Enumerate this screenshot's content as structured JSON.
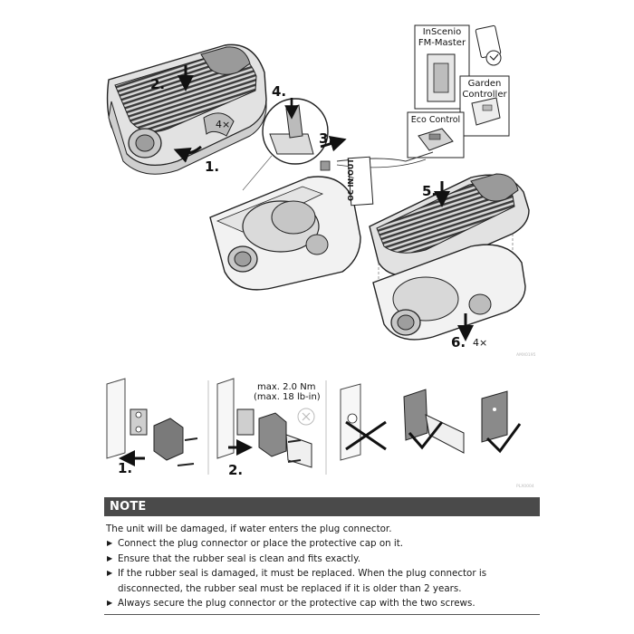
{
  "figure_top": {
    "labels": {
      "box_inscenio": "InScenio\nFM-Master",
      "box_garden": "Garden\nController",
      "box_eco": "Eco Control",
      "oc_in_out": "OC IN/OUT",
      "step1": "1.",
      "step2": "2.",
      "step3": "3.",
      "step4": "4.",
      "step5": "5.",
      "step6": "6.",
      "times4_a": "4×",
      "times4_b": "4×",
      "code": "AMX0195"
    }
  },
  "figure_bottom": {
    "torque_line1": "max. 2.0 Nm",
    "torque_line2": "(max. 18 lb-in)",
    "step1": "1.",
    "step2": "2.",
    "code": "PLX0004"
  },
  "note": {
    "title": "NOTE",
    "intro": "The unit will be damaged, if water enters the plug connector.",
    "bullets": [
      "Connect the plug connector or place the protective cap on it.",
      "Ensure that the rubber seal is clean and fits exactly.",
      "If the rubber seal is damaged, it must be replaced. When the plug connector is disconnected, the rubber seal must be replaced if it is older than 2 years.",
      "Always secure the plug connector or the protective cap with the two screws."
    ]
  }
}
